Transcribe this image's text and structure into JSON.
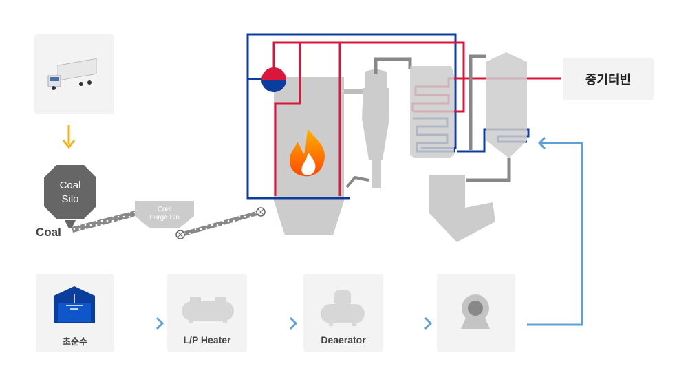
{
  "labels": {
    "coal_silo_line1": "Coal",
    "coal_silo_line2": "Silo",
    "coal": "Coal",
    "surge_bin_line1": "Coal",
    "surge_bin_line2": "Surge Bin",
    "steam_turbine": "증기터빈",
    "raw_water": "초순수",
    "lp_heater": "L/P Heater",
    "deaerator": "Deaerator"
  },
  "colors": {
    "steam_red": "#d9163c",
    "water_blue": "#0b3e9c",
    "feed_water_light_blue": "#5fa0d6",
    "equipment_gray": "#cccccc",
    "card_bg": "#f3f3f3",
    "flame_orange": "#ff6a00",
    "arrow_yellow": "#f7b21b"
  },
  "icons": {
    "truck": "truck-icon",
    "water_tank": "water-tank-icon",
    "heater_tank": "lp-heater-icon",
    "deaerator_tank": "deaerator-icon",
    "pump": "pump-icon",
    "flame": "flame-icon",
    "drum": "steam-drum-icon"
  }
}
